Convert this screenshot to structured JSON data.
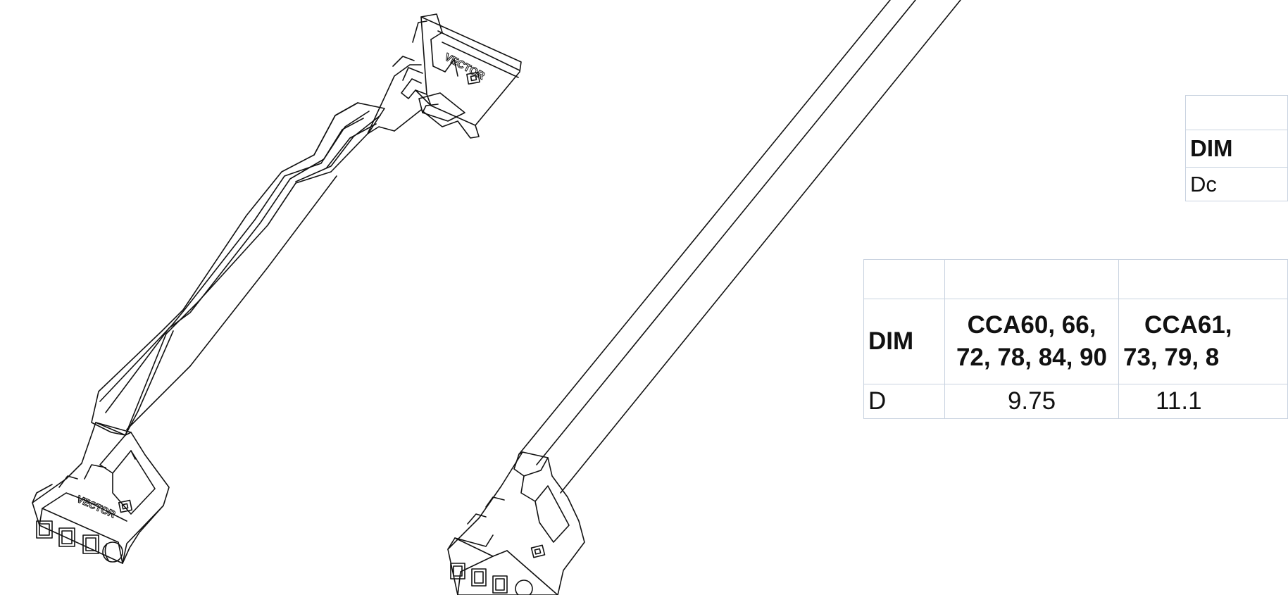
{
  "logo_text": "VECTOR",
  "table_small": {
    "dim_header": "DIM",
    "row_label": "Dc"
  },
  "table_main": {
    "dim_header": "DIM",
    "col1_header_line1": "CCA60, 66,",
    "col1_header_line2": "72, 78, 84, 90",
    "col2_header_line1": "CCA61,",
    "col2_header_line2": "73, 79, 8",
    "row_label": "D",
    "row_val1": "9.75",
    "row_val2": "11.1"
  },
  "colors": {
    "line": "#111111",
    "table_border": "#c9d3e0"
  }
}
